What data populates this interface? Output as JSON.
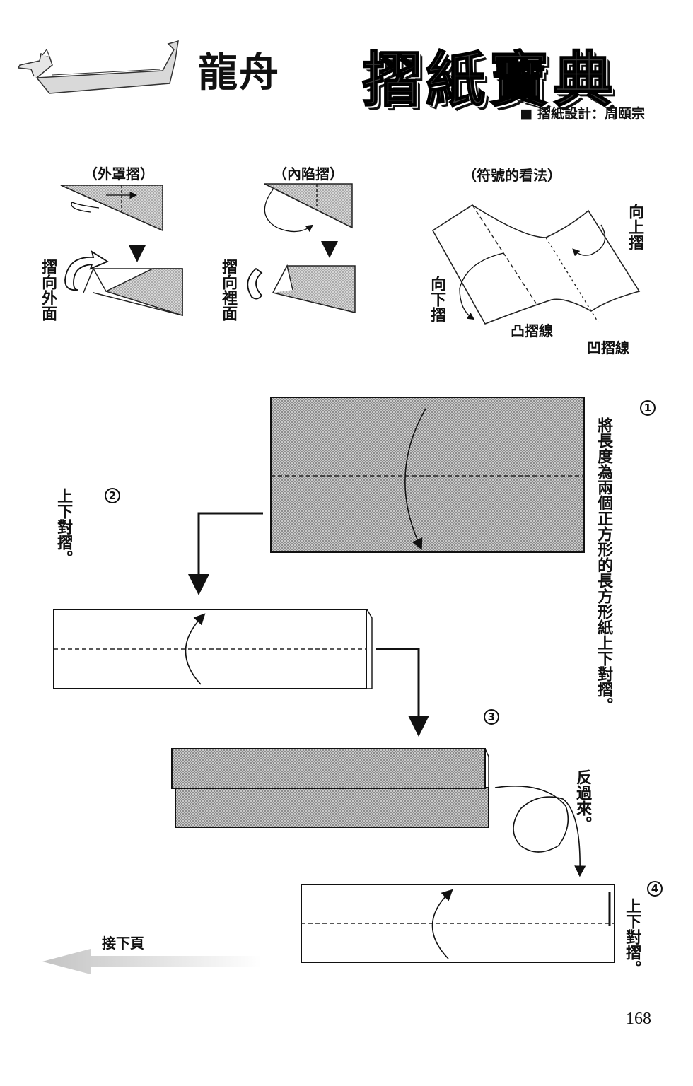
{
  "title": "龍舟",
  "book_title": "摺紙寶典",
  "designer": "■ 摺紙設計：周頤宗",
  "legend": {
    "outside_reverse": {
      "heading": "（外罩摺）",
      "caption": "摺向外面"
    },
    "inside_reverse": {
      "heading": "（內陷摺）",
      "caption": "摺向裡面"
    },
    "symbols": {
      "heading": "（符號的看法）",
      "fold_up": "向上摺",
      "fold_down": "向下摺",
      "mountain_fold": "凸摺線",
      "valley_fold": "凹摺線"
    }
  },
  "steps": [
    {
      "number": "1",
      "text": "將長度為兩個正方形的長方形紙上下對摺。"
    },
    {
      "number": "2",
      "text": "上下對摺。"
    },
    {
      "number": "3",
      "text": "反過來。"
    },
    {
      "number": "4",
      "text": "上下對摺。"
    }
  ],
  "next_page": "接下頁",
  "page_number": "168",
  "colors": {
    "paper_shade": "#c8c8c8",
    "ink": "#111111"
  }
}
